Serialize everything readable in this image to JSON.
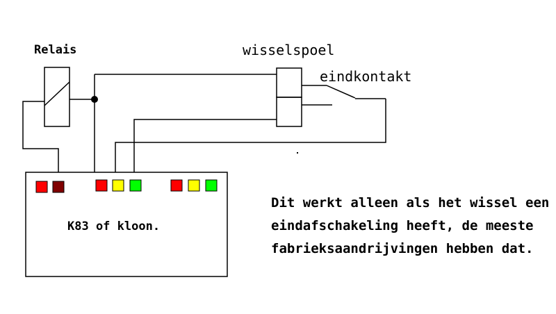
{
  "labels": {
    "relay": "Relais",
    "coil": "wisselspoel",
    "end_contact": "eindkontakt",
    "module": "K83 of kloon."
  },
  "note": [
    "Dit werkt alleen als het wissel een",
    "eindafschakeling heeft, de meeste",
    "fabrieksaandrijvingen hebben dat."
  ],
  "colors": {
    "line": "#000000",
    "background": "#ffffff",
    "red": "#ff0000",
    "dark_red": "#800000",
    "yellow": "#ffff00",
    "green": "#00ff00"
  },
  "connector_groups": [
    [
      "red",
      "dark_red"
    ],
    [
      "red",
      "yellow",
      "green"
    ],
    [
      "red",
      "yellow",
      "green"
    ]
  ]
}
